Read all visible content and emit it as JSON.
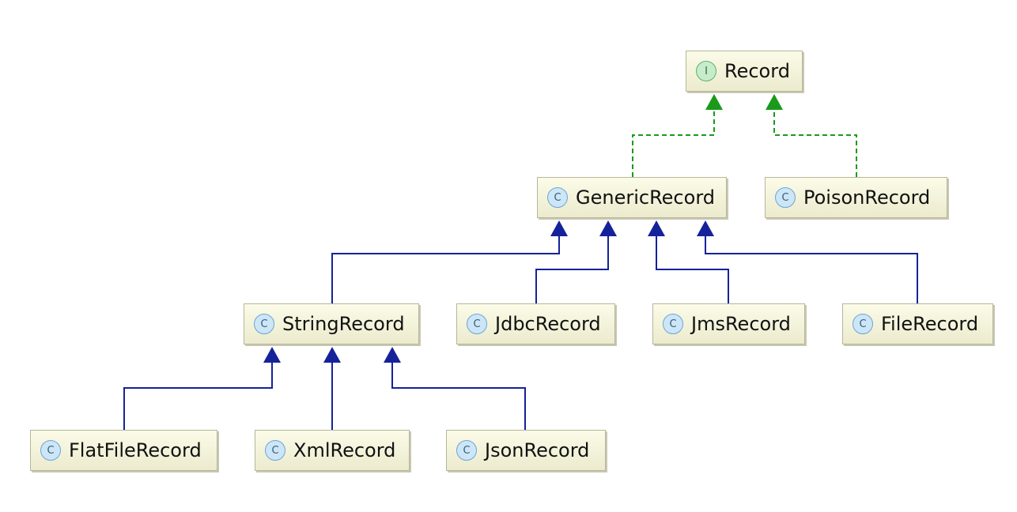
{
  "nodes": [
    {
      "id": "record",
      "name": "Record",
      "kind": "interface",
      "badge": "I"
    },
    {
      "id": "generic",
      "name": "GenericRecord",
      "kind": "class",
      "badge": "C"
    },
    {
      "id": "poison",
      "name": "PoisonRecord",
      "kind": "class",
      "badge": "C"
    },
    {
      "id": "string",
      "name": "StringRecord",
      "kind": "class",
      "badge": "C"
    },
    {
      "id": "jdbc",
      "name": "JdbcRecord",
      "kind": "class",
      "badge": "C"
    },
    {
      "id": "jms",
      "name": "JmsRecord",
      "kind": "class",
      "badge": "C"
    },
    {
      "id": "file",
      "name": "FileRecord",
      "kind": "class",
      "badge": "C"
    },
    {
      "id": "flatfile",
      "name": "FlatFileRecord",
      "kind": "class",
      "badge": "C"
    },
    {
      "id": "xml",
      "name": "XmlRecord",
      "kind": "class",
      "badge": "C"
    },
    {
      "id": "json",
      "name": "JsonRecord",
      "kind": "class",
      "badge": "C"
    }
  ],
  "edges": [
    {
      "from": "generic",
      "to": "record",
      "type": "implements"
    },
    {
      "from": "poison",
      "to": "record",
      "type": "implements"
    },
    {
      "from": "string",
      "to": "generic",
      "type": "extends"
    },
    {
      "from": "jdbc",
      "to": "generic",
      "type": "extends"
    },
    {
      "from": "jms",
      "to": "generic",
      "type": "extends"
    },
    {
      "from": "file",
      "to": "generic",
      "type": "extends"
    },
    {
      "from": "flatfile",
      "to": "string",
      "type": "extends"
    },
    {
      "from": "xml",
      "to": "string",
      "type": "extends"
    },
    {
      "from": "json",
      "to": "string",
      "type": "extends"
    }
  ],
  "colors": {
    "implements": "#1a9a1a",
    "extends": "#15229a"
  }
}
